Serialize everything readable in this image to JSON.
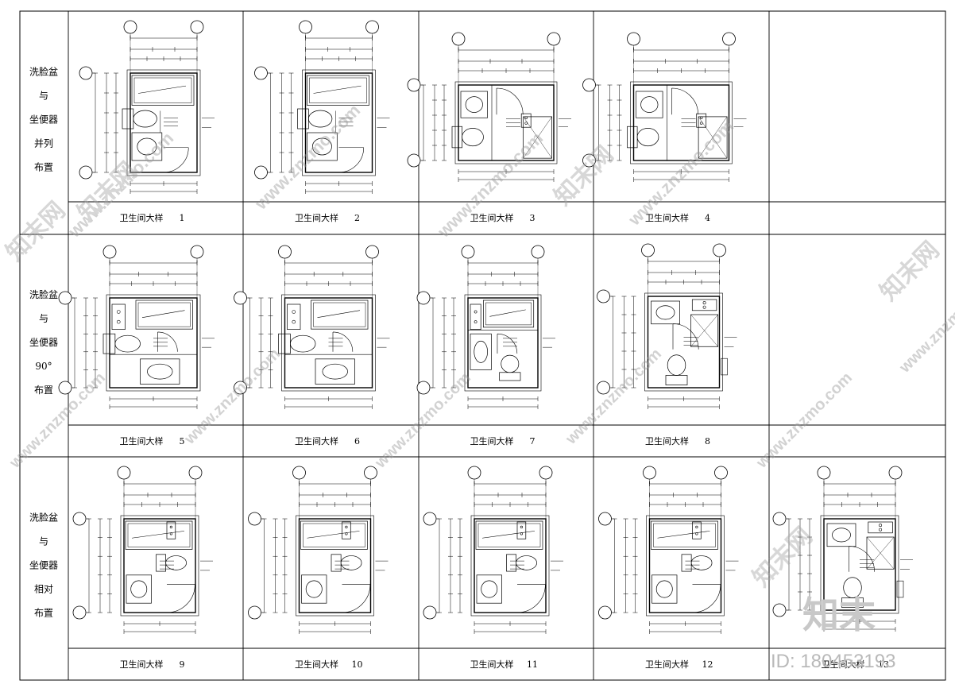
{
  "sheet": {
    "row_labels": [
      [
        "洗脸盆",
        "与",
        "坐便器",
        "并列",
        "布置"
      ],
      [
        "洗脸盆",
        "与",
        "坐便器",
        "90°",
        "布置"
      ],
      [
        "洗脸盆",
        "与",
        "坐便器",
        "相对",
        "布置"
      ]
    ],
    "caption_text": "卫生间大样",
    "panels": [
      {
        "n": "1",
        "type": "A",
        "empty": false
      },
      {
        "n": "2",
        "type": "A",
        "empty": false
      },
      {
        "n": "3",
        "type": "C",
        "empty": false
      },
      {
        "n": "4",
        "type": "C",
        "empty": false
      },
      {
        "n": "",
        "type": "",
        "empty": true
      },
      {
        "n": "5",
        "type": "B",
        "empty": false
      },
      {
        "n": "6",
        "type": "B",
        "empty": false
      },
      {
        "n": "7",
        "type": "D",
        "empty": false
      },
      {
        "n": "8",
        "type": "E",
        "empty": false
      },
      {
        "n": "",
        "type": "",
        "empty": true
      },
      {
        "n": "9",
        "type": "F",
        "empty": false
      },
      {
        "n": "10",
        "type": "F",
        "empty": false
      },
      {
        "n": "11",
        "type": "F",
        "empty": false
      },
      {
        "n": "12",
        "type": "F",
        "empty": false
      },
      {
        "n": "13",
        "type": "E",
        "empty": false
      }
    ]
  },
  "watermark": {
    "text": "www.znzmo.com",
    "logo_text": "知末",
    "cn_text": "知末网",
    "id_text": "ID: 180453193"
  }
}
